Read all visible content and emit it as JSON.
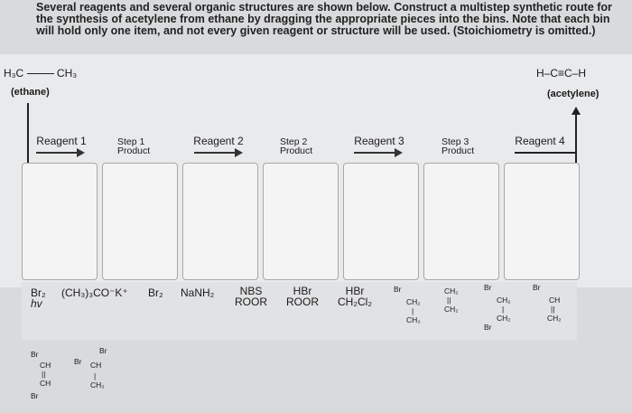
{
  "instructions": "Several reagents and several organic structures are shown below. Construct a multistep synthetic route for the synthesis of acetylene from ethane by dragging the appropriate pieces into the bins. Note that each bin will hold only one item, and not every given reagent or structure will be used. (Stoichiometry is omitted.)",
  "start": {
    "formula_a": "H₃C",
    "formula_b": "CH₃",
    "name": "(ethane)"
  },
  "end": {
    "formula": "H–C≡C–H",
    "name": "(acetylene)"
  },
  "steps": [
    {
      "label": "Reagent 1"
    },
    {
      "label": "Step 1",
      "label2": "Product"
    },
    {
      "label": "Reagent 2"
    },
    {
      "label": "Step 2",
      "label2": "Product"
    },
    {
      "label": "Reagent 3"
    },
    {
      "label": "Step 3",
      "label2": "Product"
    },
    {
      "label": "Reagent 4"
    }
  ],
  "pieces": [
    {
      "line1": "Br₂",
      "line2": "hv"
    },
    {
      "line1": "(CH₃)₃CO⁻K⁺"
    },
    {
      "line1": "Br₂"
    },
    {
      "line1": "NaNH₂"
    },
    {
      "line1": "NBS",
      "line2": "ROOR"
    },
    {
      "line1": "HBr",
      "line2": "ROOR"
    },
    {
      "line1": "HBr",
      "line2": "CH₂Cl₂"
    }
  ],
  "structures": {
    "s1": {
      "a": "Br",
      "b": "CH₂",
      "c": "CH₃"
    },
    "s2": {
      "a": "CH₂",
      "b": "||",
      "c": "CH₂"
    },
    "s3": {
      "a": "Br",
      "b": "CH₂",
      "c": "CH₂",
      "d": "Br"
    },
    "s4": {
      "a": "Br",
      "b": "CH",
      "c": "||",
      "d": "CH₂"
    },
    "s5": {
      "a": "Br",
      "b": "CH",
      "c": "||",
      "d": "CH",
      "e": "Br"
    },
    "s6": {
      "a": "Br",
      "b": "Br",
      "c": "CH",
      "d": "CH₃"
    }
  }
}
